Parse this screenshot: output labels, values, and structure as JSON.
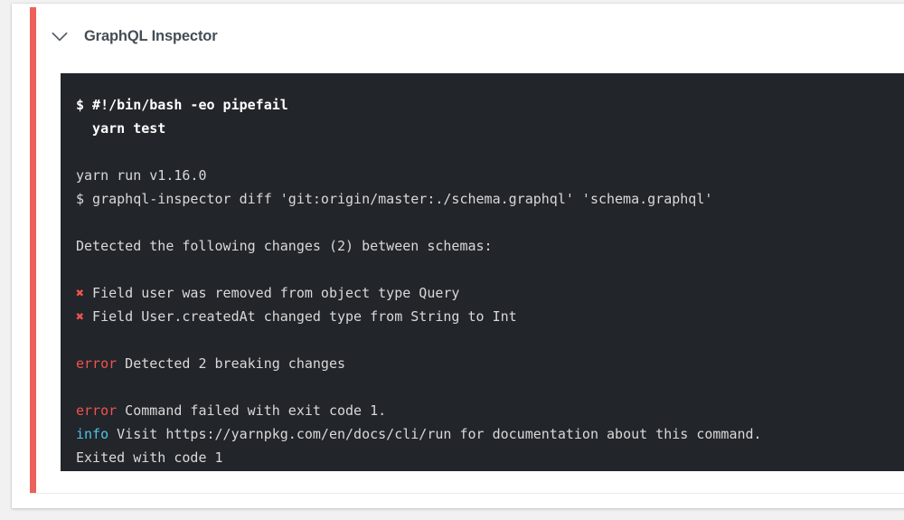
{
  "check": {
    "title": "GraphQL Inspector",
    "collapse_icon": "chevron-down-icon",
    "status_color": "#ec6159"
  },
  "terminal": {
    "background": "#22252a",
    "text_color": "#d9d9d9",
    "error_color": "#ef5350",
    "info_color": "#4fc3e8",
    "command_color": "#ffffff",
    "lines": [
      {
        "type": "command",
        "text": "$ #!/bin/bash -eo pipefail"
      },
      {
        "type": "command",
        "text": "  yarn test"
      },
      {
        "type": "blank",
        "text": ""
      },
      {
        "type": "output",
        "text": "yarn run v1.16.0"
      },
      {
        "type": "output",
        "text": "$ graphql-inspector diff 'git:origin/master:./schema.graphql' 'schema.graphql'"
      },
      {
        "type": "blank",
        "text": ""
      },
      {
        "type": "output",
        "text": "Detected the following changes (2) between schemas:"
      },
      {
        "type": "blank",
        "text": ""
      },
      {
        "type": "change",
        "marker": "✖",
        "text": " Field user was removed from object type Query"
      },
      {
        "type": "change",
        "marker": "✖",
        "text": " Field User.createdAt changed type from String to Int"
      },
      {
        "type": "blank",
        "text": ""
      },
      {
        "type": "error",
        "label": "error",
        "text": " Detected 2 breaking changes"
      },
      {
        "type": "blank",
        "text": ""
      },
      {
        "type": "error",
        "label": "error",
        "text": " Command failed with exit code 1."
      },
      {
        "type": "info",
        "label": "info",
        "text": " Visit https://yarnpkg.com/en/docs/cli/run for documentation about this command."
      },
      {
        "type": "output",
        "text": "Exited with code 1"
      }
    ]
  }
}
